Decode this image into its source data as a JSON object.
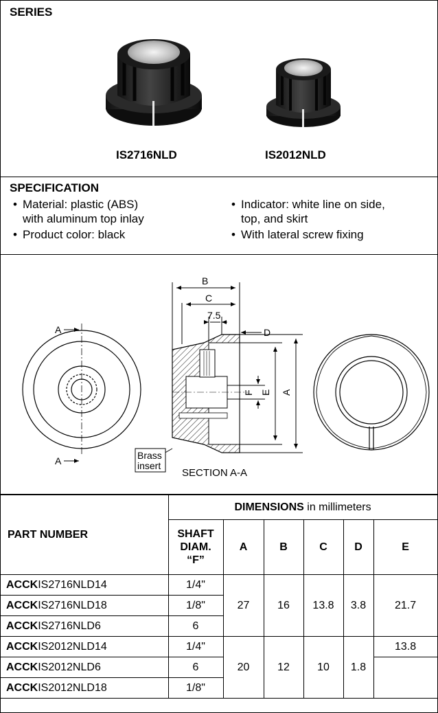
{
  "series": {
    "title": "SERIES",
    "parts": [
      {
        "label": "IS2716NLD"
      },
      {
        "label": "IS2012NLD"
      }
    ]
  },
  "specification": {
    "title": "SPECIFICATION",
    "items": [
      {
        "line1": "Material: plastic (ABS)",
        "line2": "with aluminum top inlay"
      },
      {
        "line1": "Indicator: white line on side,",
        "line2": "top, and skirt"
      },
      {
        "line1": "Product color: black",
        "line2": ""
      },
      {
        "line1": "With lateral screw fixing",
        "line2": ""
      }
    ]
  },
  "drawing": {
    "labels": {
      "a_top": "A",
      "a_bottom": "A",
      "b": "B",
      "c": "C",
      "seven_five": "7.5",
      "d": "D",
      "f": "F",
      "e": "E",
      "a_dim": "A",
      "brass": "Brass",
      "insert": "insert",
      "section": "SECTION A-A"
    }
  },
  "dimensions": {
    "header_part": "PART NUMBER",
    "header_dims_bold": "DIMENSIONS",
    "header_dims_rest": " in millimeters",
    "shaft_line1": "SHAFT",
    "shaft_line2": "DIAM.",
    "shaft_line3": "“F”",
    "col_a": "A",
    "col_b": "B",
    "col_c": "C",
    "col_d": "D",
    "col_e": "E",
    "rows": [
      {
        "prefix": "ACCK",
        "suffix": "IS2716NLD14",
        "shaft": "1/4\""
      },
      {
        "prefix": "ACCK",
        "suffix": "IS2716NLD18",
        "shaft": "1/8\""
      },
      {
        "prefix": "ACCK",
        "suffix": "IS2716NLD6",
        "shaft": "6"
      },
      {
        "prefix": "ACCK",
        "suffix": "IS2012NLD14",
        "shaft": "1/4\""
      },
      {
        "prefix": "ACCK",
        "suffix": "IS2012NLD6",
        "shaft": "6"
      },
      {
        "prefix": "ACCK",
        "suffix": "IS2012NLD18",
        "shaft": "1/8\""
      }
    ],
    "group1": {
      "a": "27",
      "b": "16",
      "c": "13.8",
      "d": "3.8",
      "e": "21.7"
    },
    "group2": {
      "a": "20",
      "b": "12",
      "c": "10",
      "d": "1.8",
      "e": "13.8"
    }
  }
}
